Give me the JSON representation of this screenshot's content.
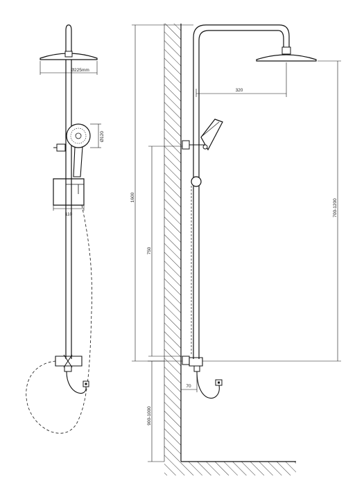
{
  "dimensions": {
    "head_diameter": "Ø225mm",
    "hand_shower_diameter": "Ø120",
    "bracket_projection": "110",
    "total_height": "1600",
    "arm_reach": "320",
    "slide_bar_length": "750",
    "head_height_range": "700-1200",
    "wall_offset": "70",
    "mixer_height_range": "900-1000"
  },
  "colors": {
    "line": "#111111",
    "background": "#ffffff"
  }
}
